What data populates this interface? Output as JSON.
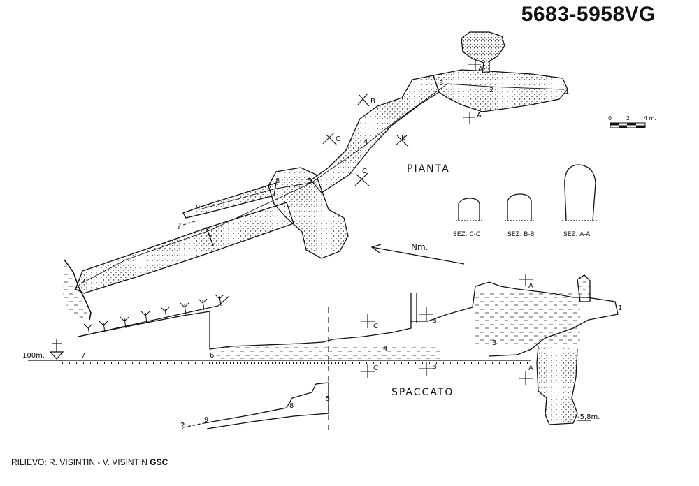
{
  "catalog_number": "5683-5958VG",
  "survey_credit": {
    "prefix": "RILIEVO: R. VISINTIN - V. VISINTIN",
    "group": "GSC"
  },
  "plan_view": {
    "title": "PIANTA",
    "north_label": "Nm.",
    "survey_stations": [
      "1",
      "2",
      "3",
      "4",
      "5",
      "6",
      "7",
      "8",
      "9"
    ],
    "section_marks": [
      "A",
      "A",
      "B",
      "B",
      "C",
      "C"
    ],
    "unknown_mark": "?"
  },
  "elevation_view": {
    "title": "SPACCATO",
    "datum_label": "100m.",
    "depth_label": "-5,8m.",
    "survey_stations": [
      "1",
      "3",
      "4",
      "5",
      "6",
      "7",
      "8",
      "9"
    ],
    "section_marks": [
      "A",
      "A",
      "B",
      "B",
      "C",
      "C"
    ],
    "unknown_mark": "?"
  },
  "scale_bar": {
    "ticks": [
      "0",
      "2",
      "4 m."
    ]
  },
  "cross_sections": [
    {
      "label": "SEZ. C-C"
    },
    {
      "label": "SEZ. B-B"
    },
    {
      "label": "SEZ. A-A"
    }
  ],
  "colors": {
    "ink": "#111111",
    "background": "#ffffff"
  }
}
